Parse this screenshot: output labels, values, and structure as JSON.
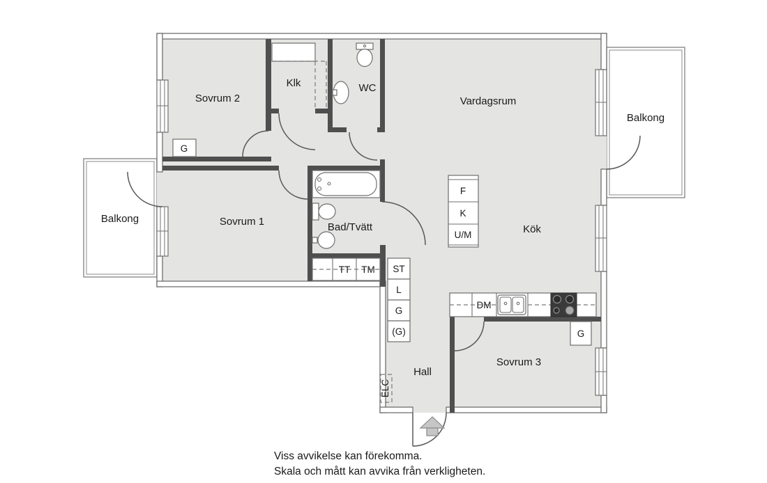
{
  "floorplan": {
    "rooms": {
      "sovrum2": "Sovrum 2",
      "klk": "Klk",
      "wc": "WC",
      "vardagsrum": "Vardagsrum",
      "balkong_right": "Balkong",
      "balkong_left": "Balkong",
      "sovrum1": "Sovrum 1",
      "bad_tvatt": "Bad/Tvätt",
      "kok": "Kök",
      "hall": "Hall",
      "sovrum3": "Sovrum 3"
    },
    "labels": {
      "wardrobe_sovrum2": "G",
      "fridge": "F",
      "freezer": "K",
      "oven_microwave": "U/M",
      "cleaning_closet": "ST",
      "linen_closet": "L",
      "hall_wardrobe": "G",
      "optional_wardrobe": "(G)",
      "tumble_dryer": "TT",
      "washing_machine": "TM",
      "dishwasher": "DM",
      "wardrobe_sovrum3": "G",
      "electrical_cabinet": "ELC"
    },
    "footer": {
      "line1": "Viss avvikelse kan förekomma.",
      "line2": "Skala och mått kan avvika från verkligheten."
    },
    "colors": {
      "floor": "#e4e4e3",
      "wall": "#4f4f4f",
      "outline": "#6f6f6f",
      "stove": "#3a3a3a",
      "text": "#1a1a1a"
    }
  }
}
